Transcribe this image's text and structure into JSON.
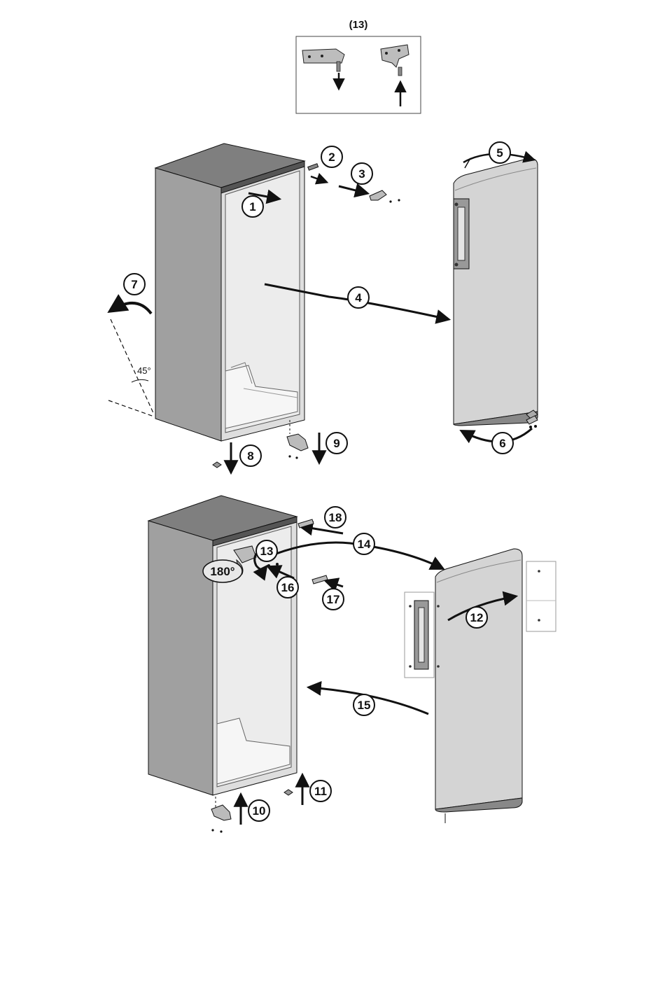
{
  "inset": {
    "title": "(13)"
  },
  "annotations": {
    "angle": "45°",
    "rotation": "180°"
  },
  "steps": [
    "1",
    "2",
    "3",
    "4",
    "5",
    "6",
    "7",
    "8",
    "9",
    "10",
    "11",
    "12",
    "13",
    "14",
    "15",
    "16",
    "17",
    "18"
  ],
  "colors": {
    "fridge_side": "#9c9c9c",
    "fridge_top": "#7f7f7f",
    "fridge_front": "#dcdcdc",
    "door": "#d6d6d6",
    "line": "#111111"
  }
}
